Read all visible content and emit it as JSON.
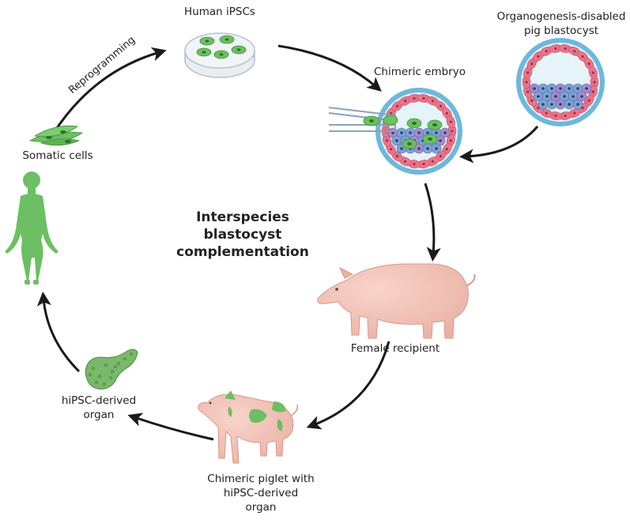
{
  "title": [
    "Interspecies",
    "blastocyst",
    "complementation"
  ],
  "labels": {
    "human_ipscs": "Human iPSCs",
    "organogenesis_blastocyst": [
      "Organogenesis-disabled",
      "pig blastocyst"
    ],
    "chimeric_embryo": "Chimeric embryo",
    "reprogramming": "Reprogramming",
    "somatic_cells": "Somatic cells",
    "female_recipient": "Female recipient",
    "hipsc_organ": [
      "hiPSC-derived",
      "organ"
    ],
    "chimeric_piglet": [
      "Chimeric piglet with",
      "hiPSC-derived",
      "organ"
    ]
  },
  "colors": {
    "human_green": "#6cbf62",
    "green_dark": "#3f8f3a",
    "pig_pink": "#f3c3b8",
    "pig_pink_dark": "#e6a79a",
    "trophoblast_pink": "#e8748a",
    "blastocyst_ring": "#6db8dd",
    "blastocyst_fill": "#e6f3f9",
    "inner_cell_blue": "#7ea3d4",
    "inner_cell_purple": "#a88acb",
    "arrow": "#1a1a1a"
  },
  "icons": [
    "petri-dish-icon",
    "blastocyst-icon",
    "chimeric-embryo-icon",
    "somatic-cells-icon",
    "human-figure-icon",
    "pig-icon",
    "piglet-icon",
    "pancreas-icon",
    "micropipette-icon"
  ]
}
